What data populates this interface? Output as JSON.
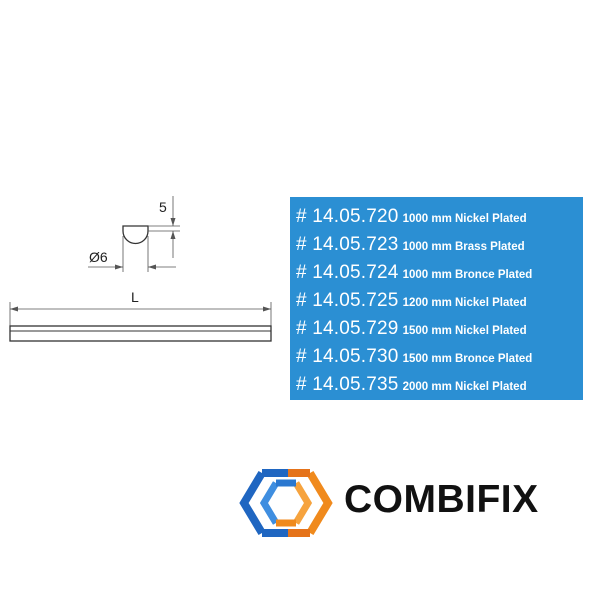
{
  "drawing": {
    "dim_height": "5",
    "dim_diameter": "Ø6",
    "dim_length": "L"
  },
  "specs": [
    {
      "code": "# 14.05.720",
      "desc": "1000 mm Nickel Plated"
    },
    {
      "code": "# 14.05.723",
      "desc": "1000 mm Brass Plated"
    },
    {
      "code": "# 14.05.724",
      "desc": "1000 mm Bronce Plated"
    },
    {
      "code": "# 14.05.725",
      "desc": "1200 mm Nickel Plated"
    },
    {
      "code": "# 14.05.729",
      "desc": "1500 mm Nickel Plated"
    },
    {
      "code": "# 14.05.730",
      "desc": "1500 mm Bronce Plated"
    },
    {
      "code": "# 14.05.735",
      "desc": "2000 mm Nickel Plated"
    }
  ],
  "colors": {
    "panel": "#2b8fd3",
    "logo_blue": "#1f66c1",
    "logo_orange": "#f08a1d"
  },
  "brand": {
    "name": "COMBIFIX",
    "mark_icon": "combifix-hexagon-logo-icon"
  }
}
